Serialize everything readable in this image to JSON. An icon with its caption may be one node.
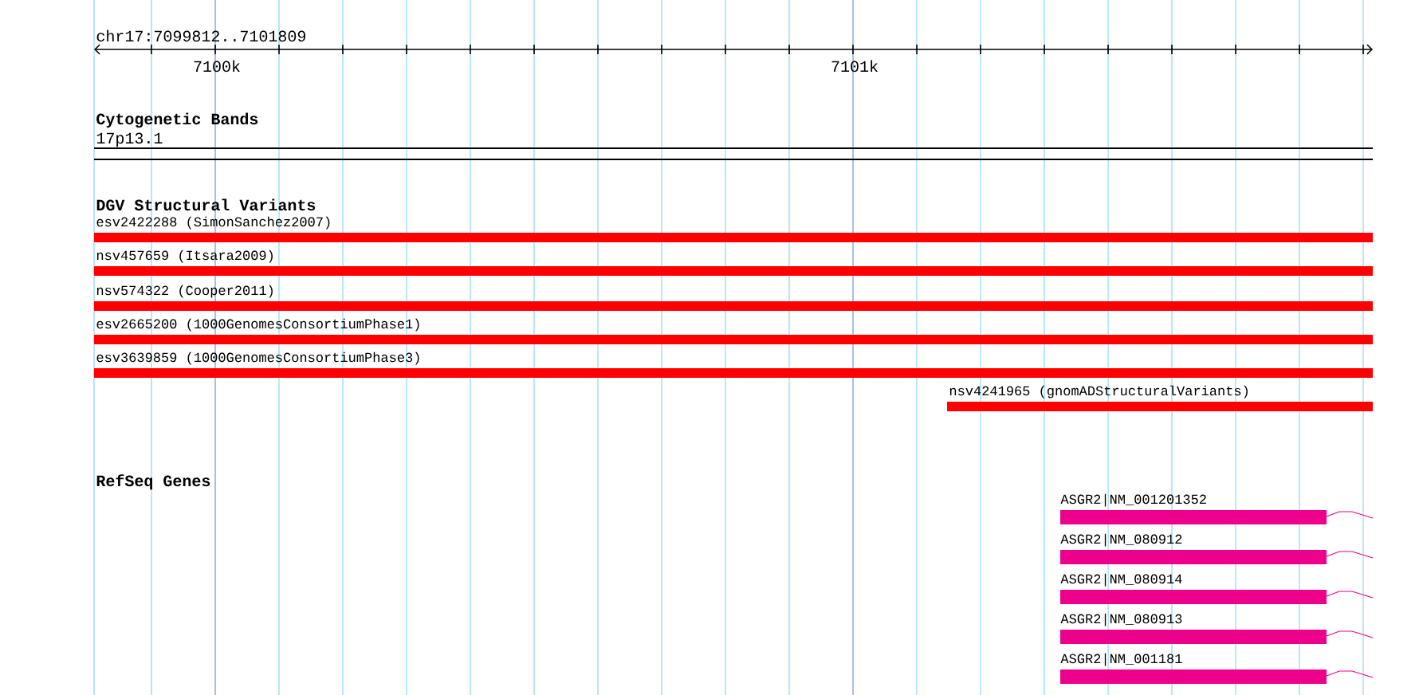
{
  "diagram": {
    "nodes": [
      {
        "text": [
          "esv2422288 (SimonSanchez2007)"
        ]
      },
      {
        "text": [
          "nsv457659 (Itsara2009)"
        ]
      },
      {
        "text": [
          "nsv574322 (Cooper2011)"
        ]
      },
      {
        "text": [
          "esv2665200 (1000GenomesConsortiumPhase1)"
        ]
      },
      {
        "text": [
          "esv3639859 (1000GenomesConsortiumPhase3)"
        ]
      },
      {
        "text": [
          "nsv4241965 (gnomADStructuralVariants)"
        ]
      },
      {
        "text": [
          "ASGR2|NM_001201352"
        ]
      },
      {
        "text": [
          "ASGR2|NM_080912"
        ]
      },
      {
        "text": [
          "ASGR2|NM_080914"
        ]
      },
      {
        "text": [
          "ASGR2|NM_080913"
        ]
      },
      {
        "text": [
          "ASGR2|NM_001181"
        ]
      }
    ],
    "labels": [
      "chr17:7099812..7101809",
      "7100k",
      "7101k",
      "Cytogenetic Bands",
      "17p13.1",
      "DGV Structural Variants",
      "RefSeq Genes"
    ]
  }
}
